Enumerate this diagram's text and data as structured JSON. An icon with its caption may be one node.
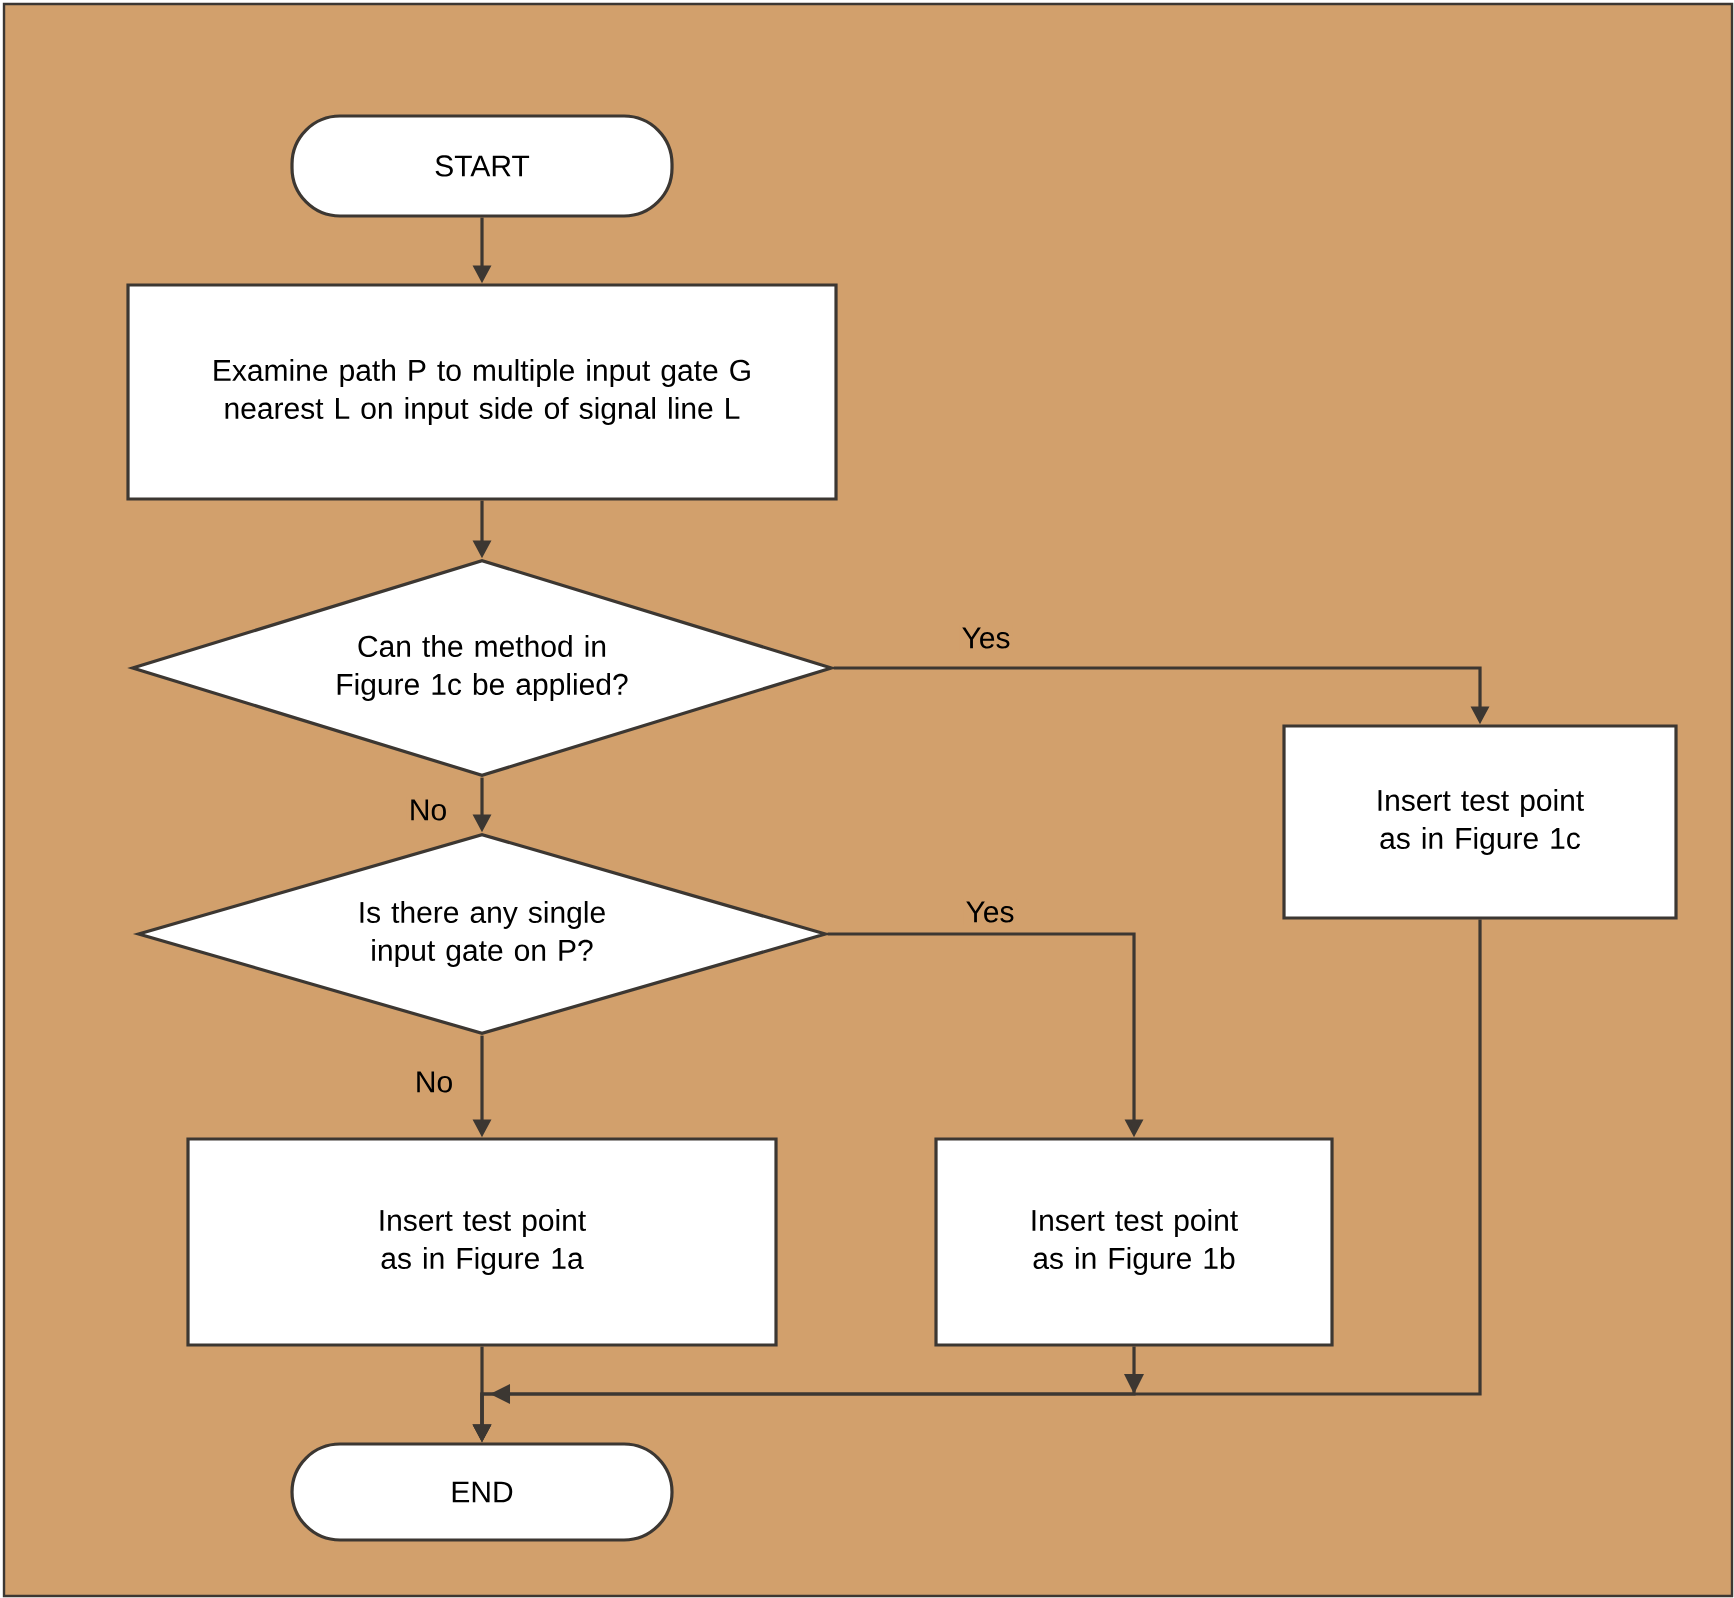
{
  "diagram": {
    "nodes": [
      {
        "text": [
          "START"
        ]
      },
      {
        "text": [
          "Examine path P to multiple input gate G nearest L on input side of signal line L"
        ]
      },
      {
        "text": [
          "Can the method in Figure 1c be applied?"
        ]
      },
      {
        "text": [
          "Insert test point as in Figure 1c"
        ]
      },
      {
        "text": [
          "Is there any single input gate on P?"
        ]
      },
      {
        "text": [
          "Insert test point as in Figure 1a"
        ]
      },
      {
        "text": [
          "Insert test point as in Figure 1b"
        ]
      },
      {
        "text": [
          "END"
        ]
      }
    ],
    "edges": [
      {
        "from": 0,
        "to": 1,
        "arrow": "to"
      },
      {
        "from": 1,
        "to": 2,
        "arrow": "to"
      },
      {
        "from": 2,
        "to": 3,
        "arrow": "to",
        "label": "Yes"
      },
      {
        "from": 2,
        "to": 4,
        "arrow": "to",
        "label": "No"
      },
      {
        "from": 4,
        "to": 6,
        "arrow": "to",
        "label": "Yes"
      },
      {
        "from": 4,
        "to": 5,
        "arrow": "to",
        "label": "No"
      },
      {
        "from": 5,
        "to": 7,
        "arrow": "to"
      },
      {
        "from": 6,
        "to": 7,
        "arrow": "to"
      },
      {
        "from": 3,
        "to": 7,
        "arrow": "to"
      }
    ]
  }
}
